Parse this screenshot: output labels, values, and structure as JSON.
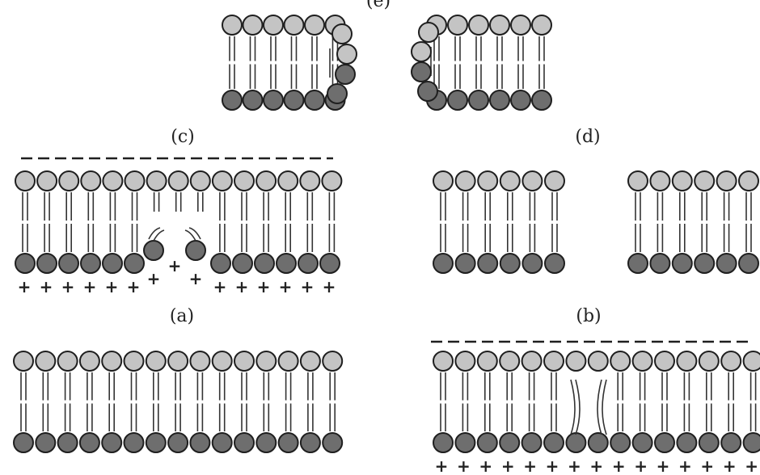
{
  "colors": {
    "outer_head": "#c4c4c4",
    "inner_head": "#6e6e6e",
    "outline": "#1f1f1f",
    "tail": "#333333",
    "background": "#ffffff"
  },
  "panels": [
    {
      "id": "a",
      "label": "(a)"
    },
    {
      "id": "b",
      "label": "(b)"
    },
    {
      "id": "c",
      "label": "(c)"
    },
    {
      "id": "d",
      "label": "(d)"
    },
    {
      "id": "e",
      "label": "(e)"
    }
  ],
  "signs": {
    "minus": "−",
    "plus": "+"
  }
}
